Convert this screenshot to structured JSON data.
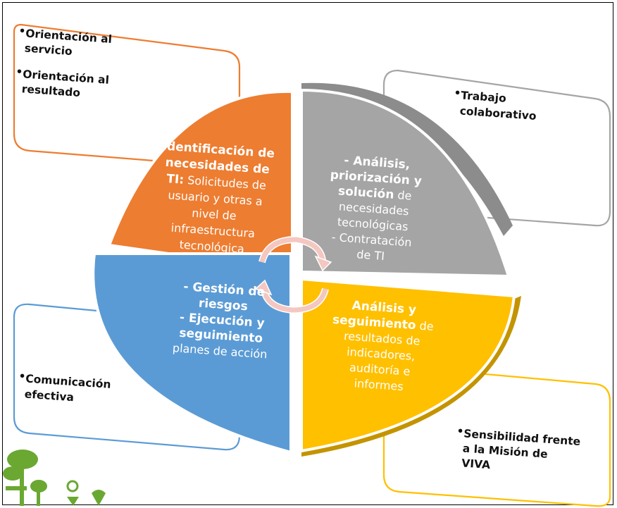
{
  "colors": {
    "orange": "#ED7D31",
    "gray": "#A5A5A5",
    "blue": "#5B9BD5",
    "yellow": "#FFC000",
    "text_white": "#FFFFFF",
    "text_dark": "#111111",
    "green_logo": "#6AA832",
    "arrow_pink": "#F4C7C0"
  },
  "corner_boxes": {
    "top_left": {
      "items": [
        "Orientación al servicio",
        "Orientación al resultado"
      ],
      "lines": [
        [
          "Orientación al",
          "servicio"
        ],
        [
          "Orientación al",
          "resultado"
        ]
      ]
    },
    "top_right": {
      "items": [
        "Trabajo colaborativo"
      ],
      "lines": [
        [
          "Trabajo",
          "colaborativo"
        ]
      ]
    },
    "bottom_left": {
      "items": [
        "Comunicación efectiva"
      ],
      "lines": [
        [
          "Comunicación",
          "efectiva"
        ]
      ]
    },
    "bottom_right": {
      "items": [
        "Sensibilidad frente a la Misión de VIVA"
      ],
      "lines": [
        [
          "Sensibilidad frente",
          "a la Misión de",
          "VIVA"
        ]
      ]
    }
  },
  "segments": {
    "top_left": {
      "lines": [
        {
          "b": "Identificación de",
          "r": ""
        },
        {
          "b": "necesidades de",
          "r": ""
        },
        {
          "b": "TI:",
          "r": " Solicitudes de"
        },
        {
          "b": "",
          "r": "usuario y otras a"
        },
        {
          "b": "",
          "r": "nivel de"
        },
        {
          "b": "",
          "r": "infraestructura"
        },
        {
          "b": "",
          "r": "tecnológica"
        }
      ]
    },
    "top_right": {
      "lines": [
        {
          "b": "- Análisis,",
          "r": ""
        },
        {
          "b": "priorización y",
          "r": ""
        },
        {
          "b": "solución",
          "r": " de"
        },
        {
          "b": "",
          "r": "necesidades"
        },
        {
          "b": "",
          "r": "tecnológicas"
        },
        {
          "b": "",
          "r": "- Contratación"
        },
        {
          "b": "",
          "r": "de TI"
        }
      ]
    },
    "bottom_left": {
      "lines": [
        {
          "b": "- Gestión de",
          "r": ""
        },
        {
          "b": "riesgos",
          "r": ""
        },
        {
          "b": "- Ejecución y",
          "r": ""
        },
        {
          "b": "seguimiento",
          "r": ""
        },
        {
          "b": "",
          "r": "planes de acción"
        }
      ]
    },
    "bottom_right": {
      "lines": [
        {
          "b": "Análisis y",
          "r": ""
        },
        {
          "b": "seguimiento",
          "r": " de"
        },
        {
          "b": "",
          "r": "resultados de"
        },
        {
          "b": "",
          "r": "indicadores,"
        },
        {
          "b": "",
          "r": "auditoría e"
        },
        {
          "b": "",
          "r": "informes"
        }
      ]
    }
  }
}
